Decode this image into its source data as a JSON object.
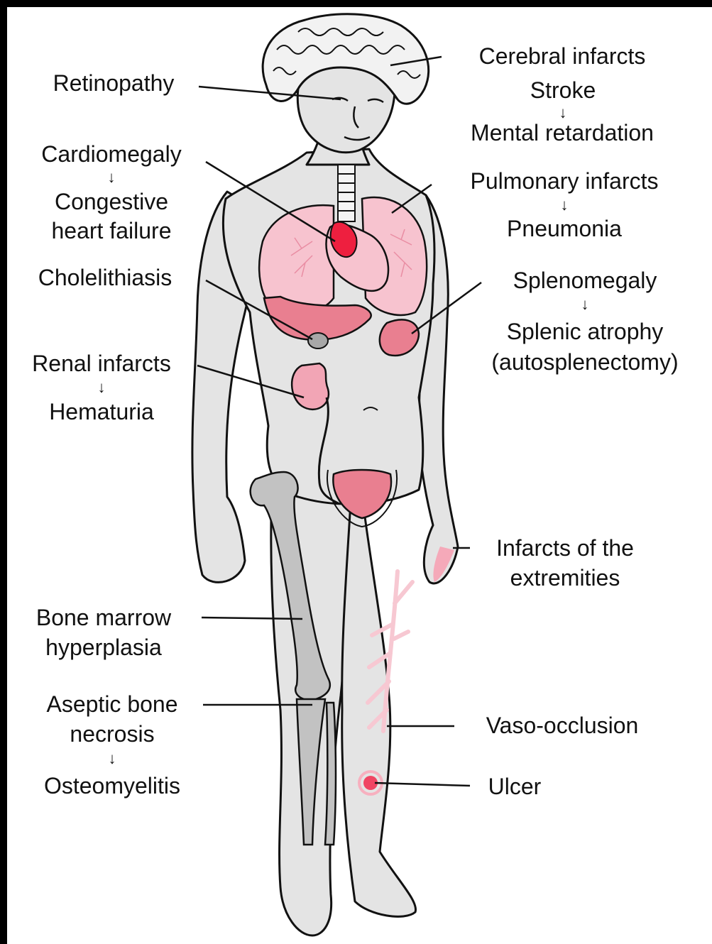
{
  "labels": {
    "retinopathy": "Retinopathy",
    "cerebral_infarcts": "Cerebral infarcts",
    "stroke": "Stroke",
    "mental_retardation": "Mental retardation",
    "cardiomegaly": "Cardiomegaly",
    "congestive": "Congestive",
    "heart_failure": "heart failure",
    "pulmonary_infarcts": "Pulmonary infarcts",
    "pneumonia": "Pneumonia",
    "cholelithiasis": "Cholelithiasis",
    "splenomegaly": "Splenomegaly",
    "splenic_atrophy": "Splenic atrophy",
    "autosplenectomy": "(autosplenectomy)",
    "renal_infarcts": "Renal infarcts",
    "hematuria": "Hematuria",
    "infarcts_of_the": "Infarcts of the",
    "extremities": "extremities",
    "bone_marrow": "Bone marrow",
    "hyperplasia": "hyperplasia",
    "aseptic_bone": "Aseptic bone",
    "necrosis": "necrosis",
    "osteomyelitis": "Osteomyelitis",
    "vaso_occlusion": "Vaso-occlusion",
    "ulcer": "Ulcer"
  },
  "arrow_glyph": "↓",
  "colors": {
    "background": "#000000",
    "panel": "#ffffff",
    "skin": "#e4e4e4",
    "outline": "#111111",
    "lung": "#f7c3cf",
    "liver": "#e97f90",
    "heart": "#ee1f3f",
    "kidney": "#f2a5b5",
    "bone": "#c2c2c2",
    "vessel": "#f7c8d2",
    "ulcer": "#f04563"
  }
}
